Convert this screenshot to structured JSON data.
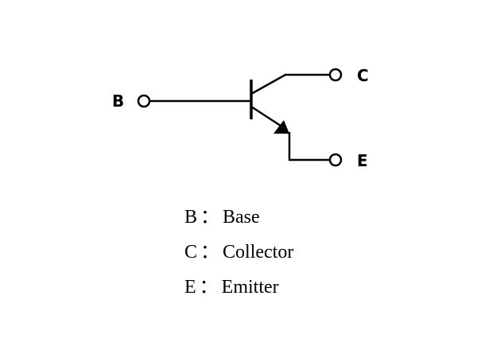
{
  "diagram": {
    "pins": [
      {
        "id": "base",
        "label": "B"
      },
      {
        "id": "collector",
        "label": "C"
      },
      {
        "id": "emitter",
        "label": "E"
      }
    ],
    "legend": [
      {
        "letter": "B",
        "separator": "：",
        "name": "Base"
      },
      {
        "letter": "C",
        "separator": "：",
        "name": "Collector"
      },
      {
        "letter": "E",
        "separator": "：",
        "name": "Emitter"
      }
    ],
    "colors": {
      "line": "#000000",
      "background": "#ffffff"
    }
  }
}
